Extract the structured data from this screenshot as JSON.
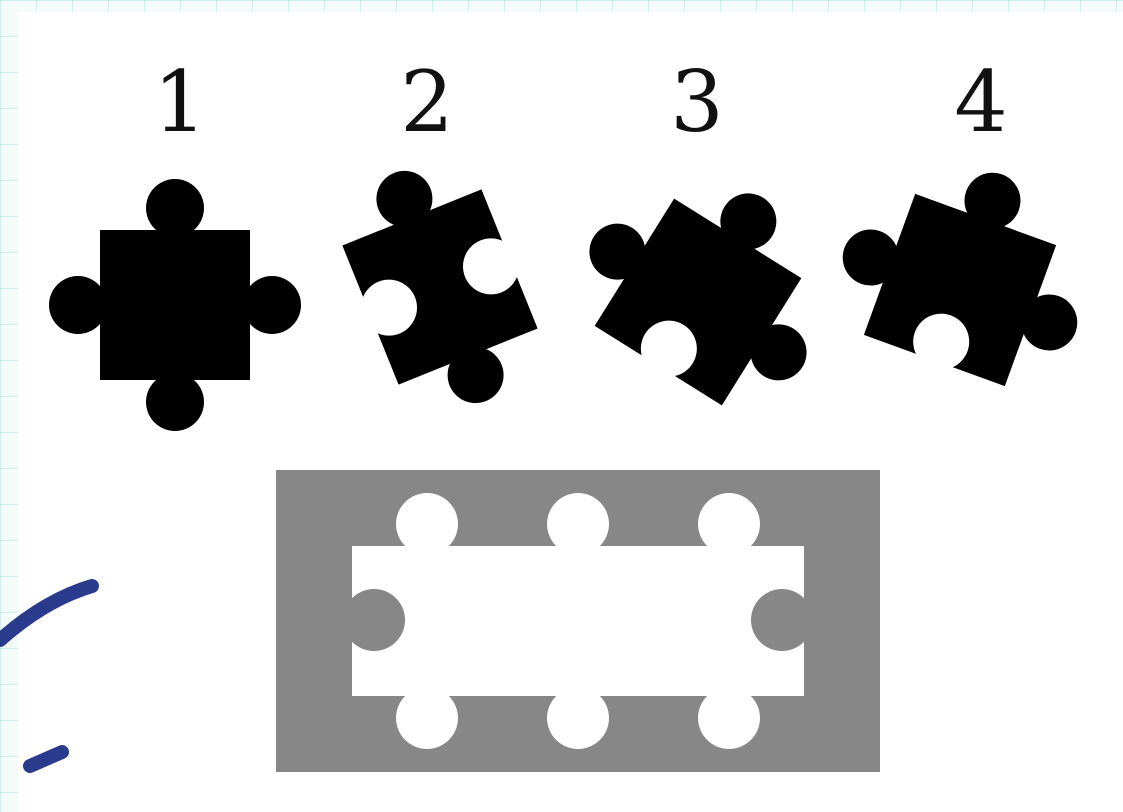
{
  "pieces": [
    {
      "number": "1"
    },
    {
      "number": "2"
    },
    {
      "number": "3"
    },
    {
      "number": "4"
    }
  ],
  "colors": {
    "piece_fill": "#000000",
    "board_fill": "#878787",
    "slot_fill": "#ffffff",
    "annotation_ink": "#2a3a8c",
    "grid_line": "#78c8c8"
  }
}
